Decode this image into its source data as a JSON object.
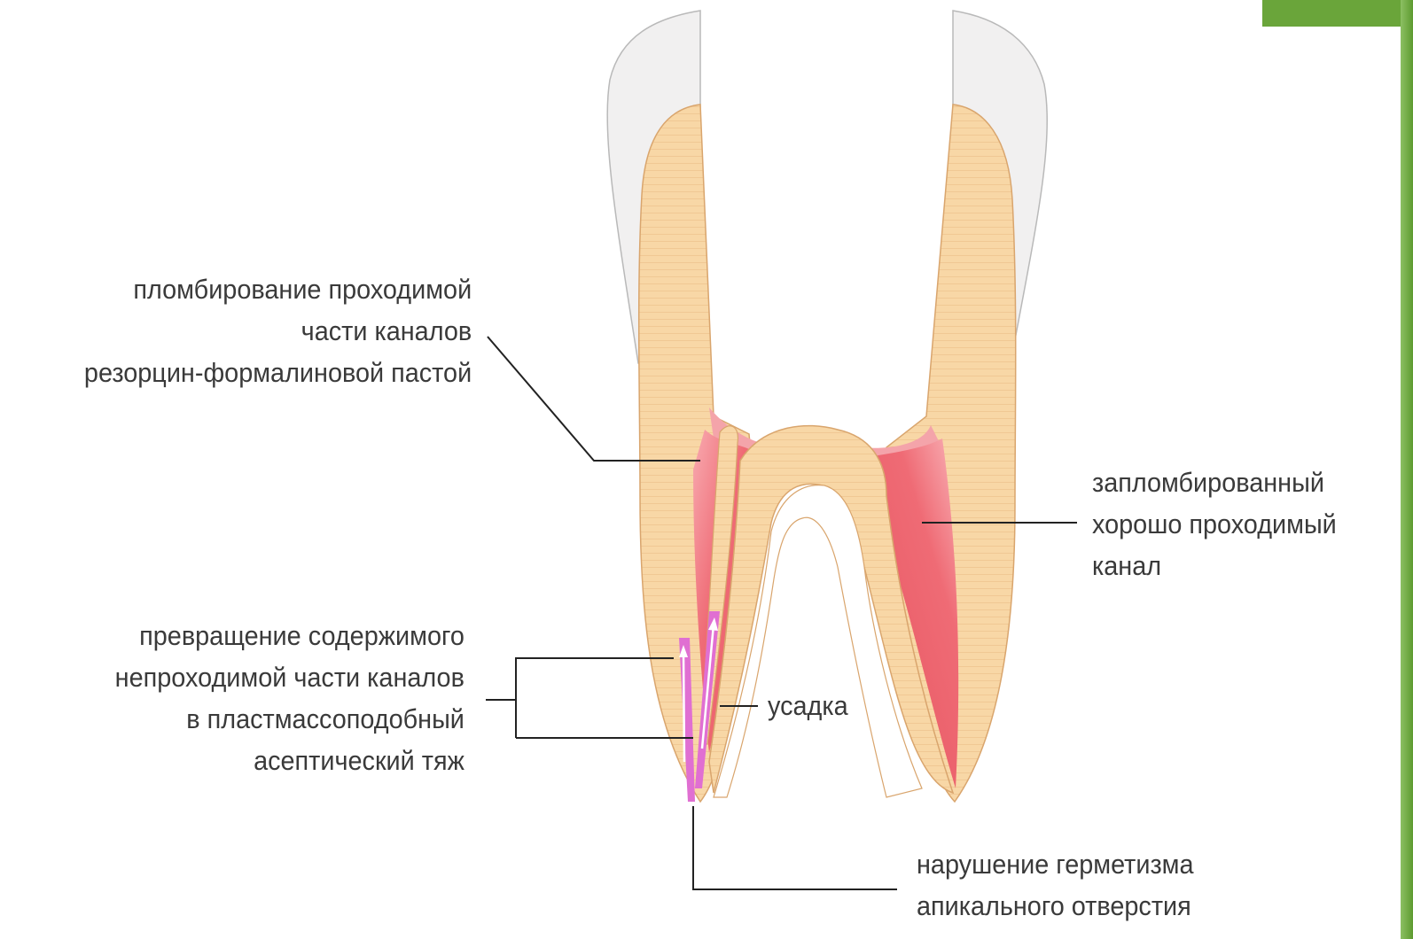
{
  "labels": {
    "passable_filling": [
      "пломбирование проходимой",
      "части каналов",
      "резорцин-формалиновой пастой"
    ],
    "filled_canal": [
      "запломбированный",
      "хорошо проходимый",
      "канал"
    ],
    "impassable_transformation": [
      "превращение содержимого",
      "непроходимой части каналов",
      "в пластмассоподобный",
      "асептический тяж"
    ],
    "shrinkage": [
      "усадка"
    ],
    "apical_breach": [
      "нарушение герметизма",
      "апикального отверстия"
    ]
  },
  "colors": {
    "enamel": "#f1f0f0",
    "dentin": "#f8d7a6",
    "dentin_line": "#e8b77f",
    "canal_fill": "#ef6b75",
    "canal_fill_light": "#f8aab0",
    "impassable_canal": "#e06fd2",
    "leader_line": "#222222",
    "accent_green": "#6aa53a"
  }
}
